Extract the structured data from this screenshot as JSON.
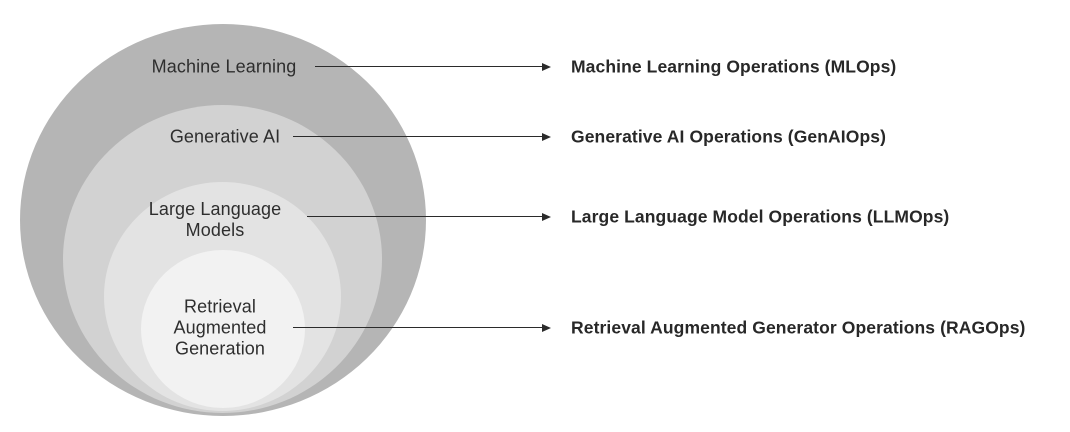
{
  "diagram": {
    "type": "nested-circles",
    "rings": [
      {
        "label": "Machine Learning",
        "ops_label": "Machine Learning Operations (MLOps)",
        "color": "#b5b5b5"
      },
      {
        "label": "Generative AI",
        "ops_label": "Generative AI Operations (GenAIOps)",
        "color": "#d2d2d2"
      },
      {
        "label": "Large Language\nModels",
        "ops_label": "Large Language Model Operations (LLMOps)",
        "color": "#e3e3e3"
      },
      {
        "label": "Retrieval\nAugmented\nGeneration",
        "ops_label": "Retrieval Augmented Generator Operations (RAGOps)",
        "color": "#f2f2f2"
      }
    ],
    "arrow_color": "#2b2b2b",
    "background_color": "#ffffff"
  }
}
